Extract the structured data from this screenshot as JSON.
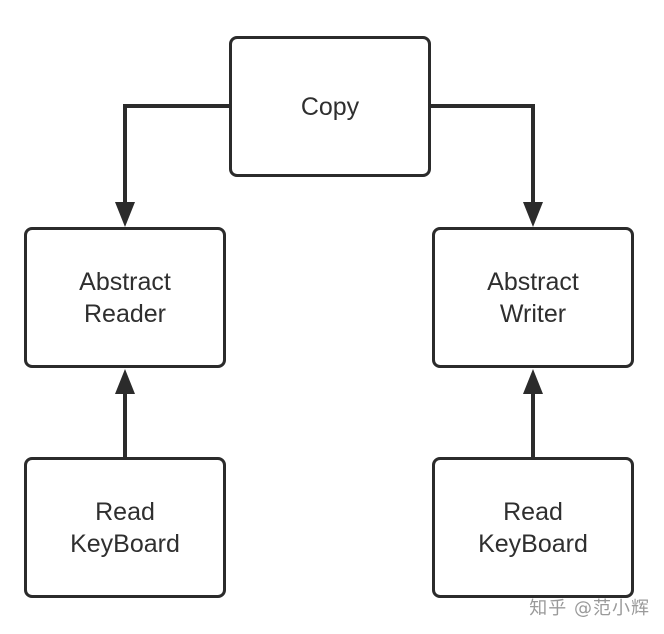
{
  "nodes": {
    "copy": "Copy",
    "abstract_reader": "Abstract\nReader",
    "abstract_writer": "Abstract\nWriter",
    "read_keyboard_left": "Read\nKeyBoard",
    "read_keyboard_right": "Read\nKeyBoard"
  },
  "edges": [
    {
      "from": "copy",
      "to": "abstract_reader"
    },
    {
      "from": "copy",
      "to": "abstract_writer"
    },
    {
      "from": "read_keyboard_left",
      "to": "abstract_reader"
    },
    {
      "from": "read_keyboard_right",
      "to": "abstract_writer"
    }
  ],
  "watermark": "知乎 @范小辉",
  "colors": {
    "stroke": "#2b2b2b",
    "text": "#2f2f2f",
    "watermark": "#9a9a9a"
  }
}
